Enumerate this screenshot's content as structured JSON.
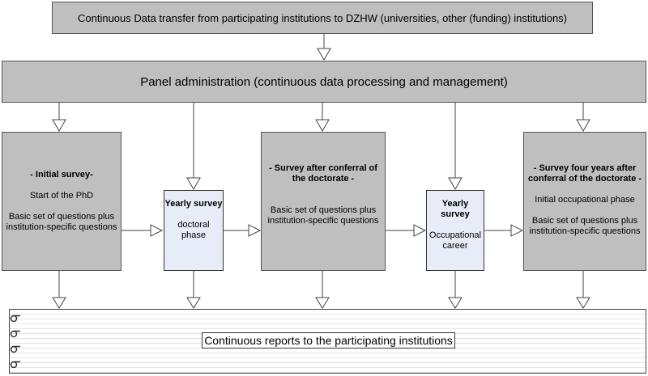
{
  "top": {
    "text": "Continuous Data transfer from participating institutions to DZHW (universities, other (funding) institutions)"
  },
  "panel": {
    "text": "Panel administration (continuous data processing and management)"
  },
  "initial_survey": {
    "title": "- Initial survey-",
    "subtitle": "Start of the PhD",
    "body": "Basic set of questions plus institution-specific questions"
  },
  "yearly_doctoral": {
    "title": "Yearly survey",
    "body": "doctoral phase"
  },
  "survey_after": {
    "title": "- Survey after conferral of the doctorate -",
    "body": "Basic set of questions plus institution-specific questions"
  },
  "yearly_occupational": {
    "title": "Yearly survey",
    "body": "Occupational career"
  },
  "survey_four": {
    "title": "- Survey four years after conferral of the doctorate -",
    "subtitle": "Initial occupational phase",
    "body": "Basic set of questions plus institution-specific questions"
  },
  "reports": {
    "text": "Continuous reports to the participating institutions"
  }
}
